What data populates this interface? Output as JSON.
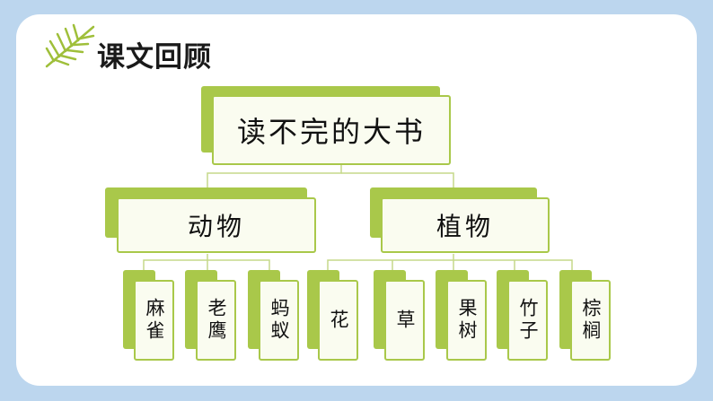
{
  "title": "课文回顾",
  "root": {
    "label": "读不完的大书"
  },
  "branches": [
    {
      "label": "动物",
      "children": [
        "麻雀",
        "老鹰",
        "蚂蚁"
      ]
    },
    {
      "label": "植物",
      "children": [
        "花",
        "草",
        "果树",
        "竹子",
        "棕榈"
      ]
    }
  ],
  "colors": {
    "background": "#bcd6ee",
    "accent": "#a9c84a",
    "box_fill": "#fafcf0",
    "connector": "#c5d98a"
  },
  "icons": [
    "palm-leaf-icon"
  ]
}
